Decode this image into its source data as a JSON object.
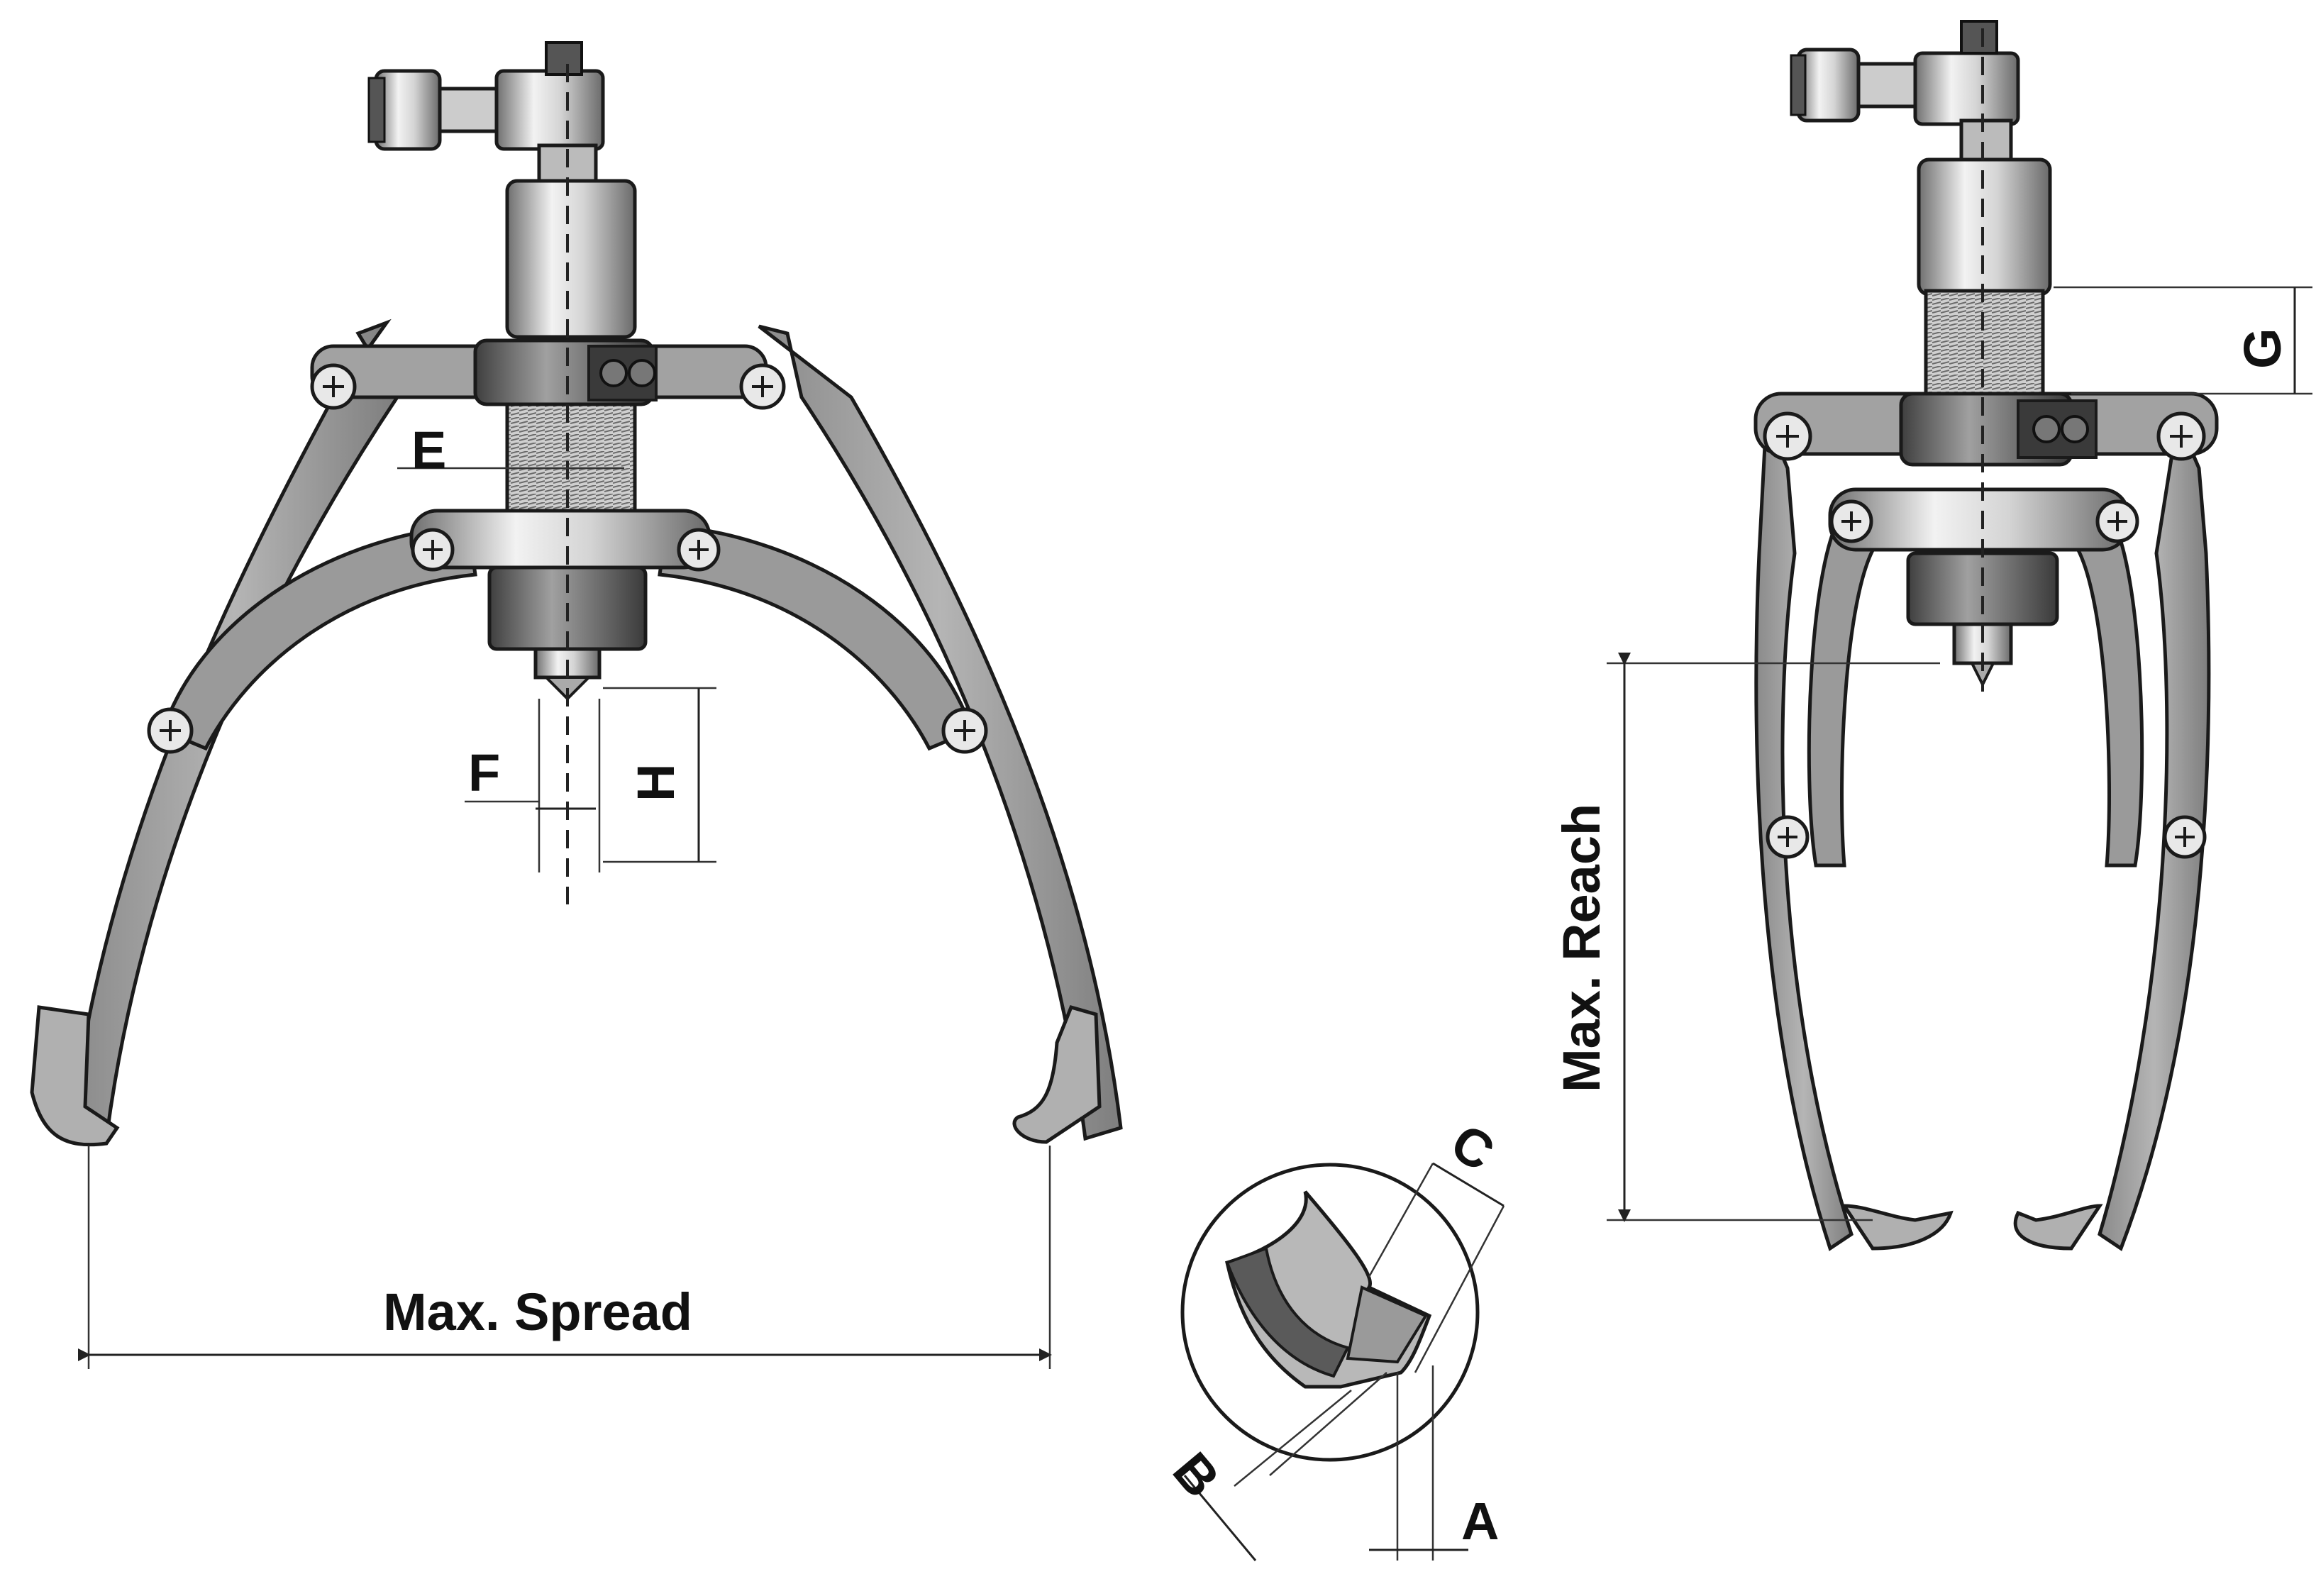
{
  "diagram": {
    "labels": {
      "max_spread": "Max. Spread",
      "max_reach": "Max. Reach",
      "a": "A",
      "b": "B",
      "c": "C",
      "e": "E",
      "f": "F",
      "g": "G",
      "h": "H"
    },
    "colors": {
      "metal_dark": "#7a7a7a",
      "metal_mid": "#a9a9a9",
      "metal_light": "#e6e6e6",
      "outline": "#1a1a1a",
      "background": "#ffffff"
    }
  }
}
